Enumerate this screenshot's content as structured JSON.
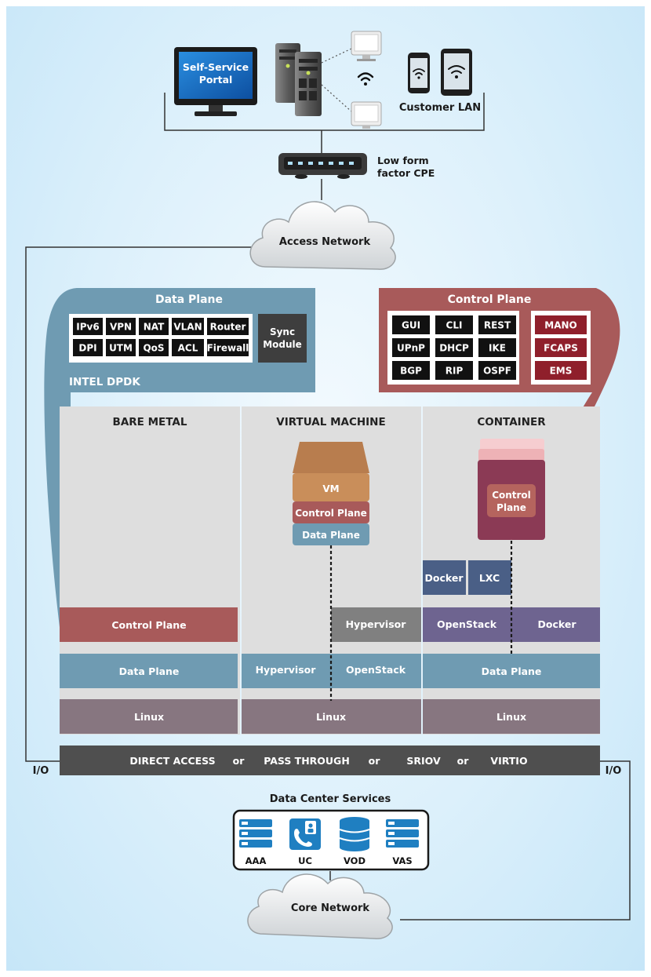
{
  "top": {
    "monitor_label_line1": "Self-Service",
    "monitor_label_line2": "Portal",
    "customer_lan": "Customer LAN",
    "cpe_line1": "Low form",
    "cpe_line2": "factor CPE",
    "access_network": "Access Network"
  },
  "data_plane_panel": {
    "title": "Data Plane",
    "row1": [
      "IPv6",
      "VPN",
      "NAT",
      "VLAN",
      "Router"
    ],
    "row2": [
      "DPI",
      "UTM",
      "QoS",
      "ACL",
      "Firewall"
    ],
    "sync_line1": "Sync",
    "sync_line2": "Module",
    "footer": "INTEL DPDK"
  },
  "control_plane_panel": {
    "title": "Control Plane",
    "rows": [
      [
        "GUI",
        "CLI",
        "REST"
      ],
      [
        "UPnP",
        "DHCP",
        "IKE"
      ],
      [
        "BGP",
        "RIP",
        "OSPF"
      ]
    ],
    "red_items": [
      "MANO",
      "FCAPS",
      "EMS"
    ]
  },
  "columns": {
    "bare_metal": {
      "title": "BARE METAL",
      "control_plane": "Control Plane",
      "data_plane": "Data Plane",
      "linux": "Linux"
    },
    "virtual_machine": {
      "title": "VIRTUAL MACHINE",
      "vm": "VM",
      "control_plane": "Control Plane",
      "data_plane": "Data Plane",
      "hypervisor_top": "Hypervisor",
      "hypervisor": "Hypervisor",
      "openstack": "OpenStack",
      "linux": "Linux"
    },
    "container": {
      "title": "CONTAINER",
      "control_line1": "Control",
      "control_line2": "Plane",
      "docker_small": "Docker",
      "lxc": "LXC",
      "openstack": "OpenStack",
      "docker": "Docker",
      "data_plane": "Data Plane",
      "linux": "Linux"
    }
  },
  "io_bar": {
    "items": [
      "DIRECT ACCESS",
      "or",
      "PASS THROUGH",
      "or",
      "SRIOV",
      "or",
      "VIRTIO"
    ],
    "io_left": "I/O",
    "io_right": "I/O"
  },
  "datacenter": {
    "title": "Data Center Services",
    "services": [
      "AAA",
      "UC",
      "VOD",
      "VAS"
    ]
  },
  "core_network": "Core Network",
  "colors": {
    "data_plane": "#6f9bb2",
    "control_plane": "#a85a5a",
    "linux": "#877680",
    "openstack_purple": "#6e6490",
    "docker_blue": "#4a5f86",
    "io_bar": "#4f4f4f",
    "column_bg": "#dedede",
    "red_box": "#8f1f2b",
    "service_blue": "#1f7fc1"
  }
}
